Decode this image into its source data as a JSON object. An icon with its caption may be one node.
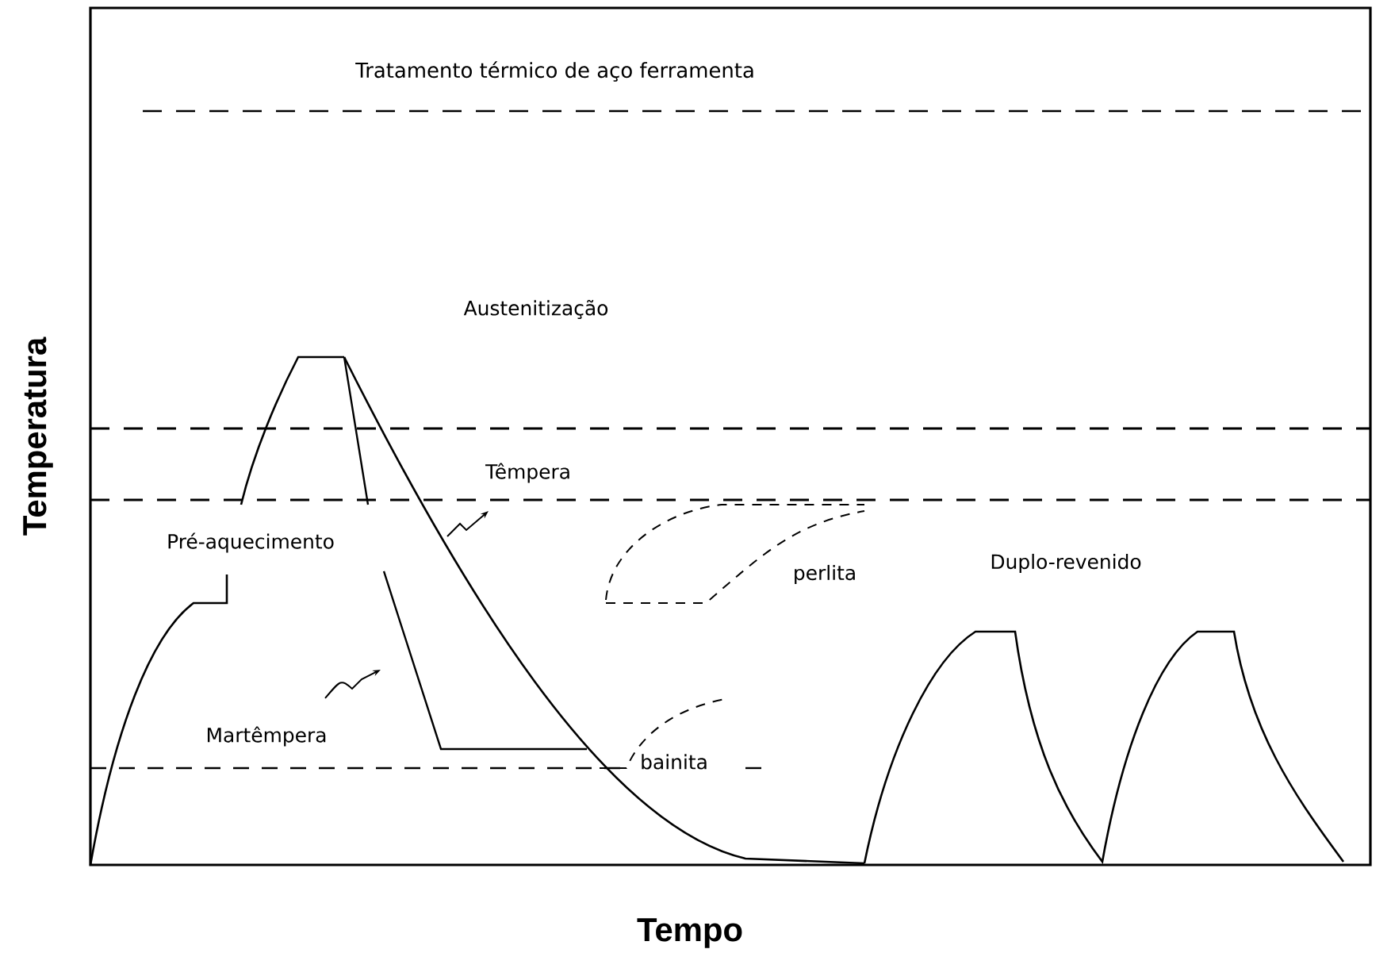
{
  "diagram": {
    "title": "Tratamento térmico de aço ferramenta",
    "labels": [
      "Austenitização",
      "Têmpera",
      "Pré-aquecimento",
      "perlita",
      "Duplo-revenido",
      "Martêmpera",
      "bainita",
      "Temperatura",
      "Tempo"
    ]
  }
}
